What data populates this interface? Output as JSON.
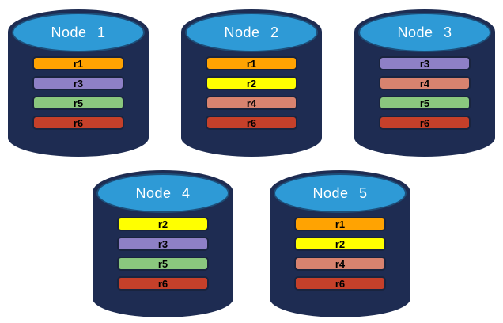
{
  "diagram": {
    "background_color": "#ffffff",
    "colors": {
      "cylinder_body": "#1E2C52",
      "cylinder_top": "#2E9AD6",
      "cylinder_top_outline": "#1D4E79",
      "node_title_text": "#FFFFFF",
      "bar_label_text": "#000000",
      "replica_r1": "#FFA302",
      "replica_r2": "#FFFF00",
      "replica_r3": "#8E80C6",
      "replica_r4": "#D8836F",
      "replica_r5": "#8AC77E",
      "replica_r6": "#C5402A"
    },
    "nodes": [
      {
        "title": "Node 1",
        "replicas": [
          {
            "label": "r1",
            "color": "#FFA302"
          },
          {
            "label": "r3",
            "color": "#8E80C6"
          },
          {
            "label": "r5",
            "color": "#8AC77E"
          },
          {
            "label": "r6",
            "color": "#C5402A"
          }
        ]
      },
      {
        "title": "Node 2",
        "replicas": [
          {
            "label": "r1",
            "color": "#FFA302"
          },
          {
            "label": "r2",
            "color": "#FFFF00"
          },
          {
            "label": "r4",
            "color": "#D8836F"
          },
          {
            "label": "r6",
            "color": "#C5402A"
          }
        ]
      },
      {
        "title": "Node 3",
        "replicas": [
          {
            "label": "r3",
            "color": "#8E80C6"
          },
          {
            "label": "r4",
            "color": "#D8836F"
          },
          {
            "label": "r5",
            "color": "#8AC77E"
          },
          {
            "label": "r6",
            "color": "#C5402A"
          }
        ]
      },
      {
        "title": "Node 4",
        "replicas": [
          {
            "label": "r2",
            "color": "#FFFF00"
          },
          {
            "label": "r3",
            "color": "#8E80C6"
          },
          {
            "label": "r5",
            "color": "#8AC77E"
          },
          {
            "label": "r6",
            "color": "#C5402A"
          }
        ]
      },
      {
        "title": "Node 5",
        "replicas": [
          {
            "label": "r1",
            "color": "#FFA302"
          },
          {
            "label": "r2",
            "color": "#FFFF00"
          },
          {
            "label": "r4",
            "color": "#D8836F"
          },
          {
            "label": "r6",
            "color": "#C5402A"
          }
        ]
      }
    ]
  }
}
